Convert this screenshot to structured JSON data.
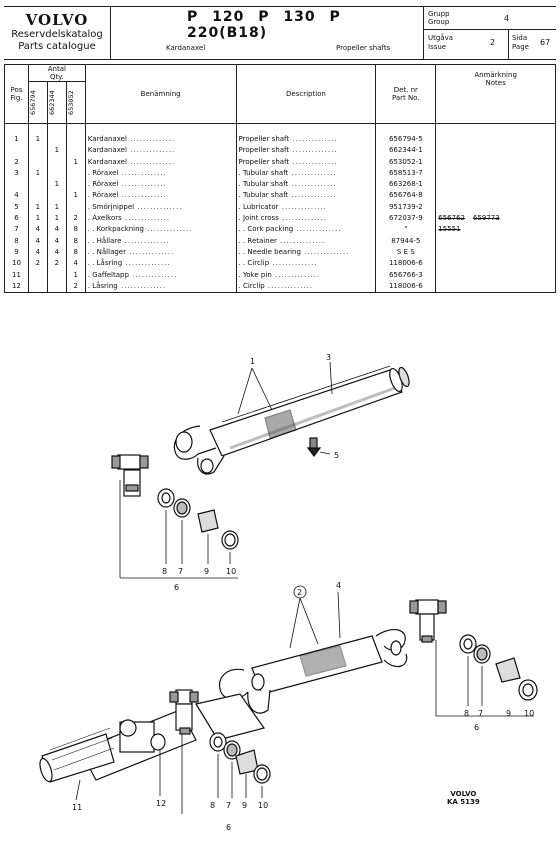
{
  "header": {
    "brand": "VOLVO",
    "catalog_sv": "Reservdelskatalog",
    "catalog_en": "Parts catalogue",
    "models": "P 120 P 130 P 220(B18)",
    "section_sv": "Kardanaxel",
    "section_en": "Propeller shafts",
    "group_sv": "Grupp",
    "group_en": "Group",
    "group_value": "4",
    "issue_sv": "Utgåva",
    "issue_en": "Issue",
    "issue_value": "2",
    "page_sv": "Sida",
    "page_en": "Page",
    "page_value": "67"
  },
  "columns": {
    "pos_sv": "Pos",
    "pos_en": "Fig.",
    "qty_sv": "Antal",
    "qty_en": "Qty.",
    "qty_cols": [
      "656794",
      "662344",
      "653052"
    ],
    "name_sv": "Benämning",
    "description": "Description",
    "partno_sv": "Det. nr",
    "partno_en": "Part No.",
    "remark_sv": "Anmärkning",
    "remark_en": "Notes"
  },
  "rows": [
    {
      "pos": "1",
      "q1": "1",
      "q2": "",
      "q3": "",
      "sv": "Kardanaxel",
      "en": "Propeller shaft",
      "part": "656794-5",
      "note": "",
      "note2": ""
    },
    {
      "pos": "",
      "q1": "",
      "q2": "1",
      "q3": "",
      "sv": "Kardanaxel",
      "en": "Propeller shaft",
      "part": "662344-1",
      "note": "",
      "note2": ""
    },
    {
      "pos": "2",
      "q1": "",
      "q2": "",
      "q3": "1",
      "sv": "Kardanaxel",
      "en": "Propeller shaft",
      "part": "653052-1",
      "note": "",
      "note2": ""
    },
    {
      "pos": "3",
      "q1": "1",
      "q2": "",
      "q3": "",
      "sv": ". Röraxel",
      "en": ". Tubular shaft",
      "part": "658513-7",
      "note": "",
      "note2": ""
    },
    {
      "pos": "",
      "q1": "",
      "q2": "1",
      "q3": "",
      "sv": ". Röraxel",
      "en": ". Tubular shaft",
      "part": "663268-1",
      "note": "",
      "note2": ""
    },
    {
      "pos": "4",
      "q1": "",
      "q2": "",
      "q3": "1",
      "sv": ". Röraxel",
      "en": ". Tubular shaft",
      "part": "656764-8",
      "note": "",
      "note2": ""
    },
    {
      "pos": "5",
      "q1": "1",
      "q2": "1",
      "q3": "",
      "sv": ". Smörjnippel",
      "en": ". Lubricator",
      "part": "951739-2",
      "note": "",
      "note2": ""
    },
    {
      "pos": "6",
      "q1": "1",
      "q2": "1",
      "q3": "2",
      "sv": ". Axelkors",
      "en": ". Joint cross",
      "part": "672037-9",
      "note": "656762",
      "note2": "659773"
    },
    {
      "pos": "7",
      "q1": "4",
      "q2": "4",
      "q3": "8",
      "sv": ". . Korkpackning",
      "en": ". . Cork packing",
      "part": "\"",
      "note": "15551",
      "note2": ""
    },
    {
      "pos": "8",
      "q1": "4",
      "q2": "4",
      "q3": "8",
      "sv": ". . Hållare",
      "en": ". . Retainer",
      "part": "87944-5",
      "note": "",
      "note2": ""
    },
    {
      "pos": "9",
      "q1": "4",
      "q2": "4",
      "q3": "8",
      "sv": ". . Nållager",
      "en": ". . Needle bearing",
      "part": "S E S",
      "note": "",
      "note2": ""
    },
    {
      "pos": "10",
      "q1": "2",
      "q2": "2",
      "q3": "4",
      "sv": ". . Låsring",
      "en": ". . Circlip",
      "part": "118006-6",
      "note": "",
      "note2": ""
    },
    {
      "pos": "11",
      "q1": "",
      "q2": "",
      "q3": "1",
      "sv": ". Gaffeltapp",
      "en": ". Yoke pin",
      "part": "656766-3",
      "note": "",
      "note2": ""
    },
    {
      "pos": "12",
      "q1": "",
      "q2": "",
      "q3": "2",
      "sv": ". Låsring",
      "en": ". Circlip",
      "part": "118006-6",
      "note": "",
      "note2": ""
    }
  ],
  "figure": {
    "callouts_top": [
      "1",
      "3",
      "5",
      "8",
      "7",
      "9",
      "10",
      "6"
    ],
    "callouts_bottom": [
      "2",
      "4",
      "8",
      "7",
      "9",
      "10",
      "6",
      "11",
      "12",
      "8",
      "7",
      "9",
      "10",
      "6"
    ]
  },
  "footer": {
    "brand": "VOLVO",
    "code": "KA 5139"
  }
}
